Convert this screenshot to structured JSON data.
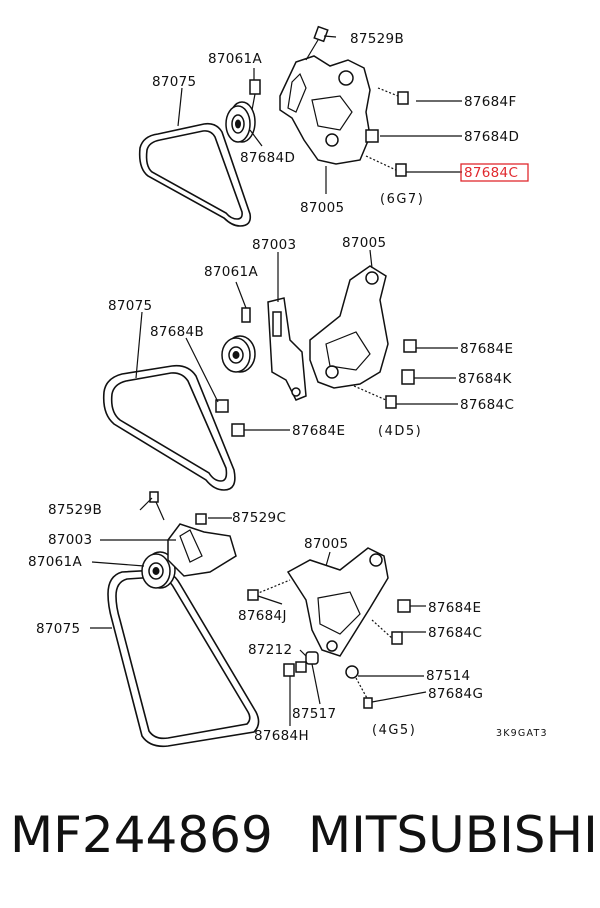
{
  "diagram": {
    "highlight_color": "#e0282e",
    "groups": [
      {
        "variant": "(6G7)",
        "labels": [
          "87529B",
          "87061A",
          "87075",
          "87684F",
          "87684D",
          "87684D",
          "87684C",
          "87005"
        ]
      },
      {
        "variant": "(4D5)",
        "labels": [
          "87003",
          "87005",
          "87061A",
          "87075",
          "87684B",
          "87684E",
          "87684K",
          "87684C",
          "87684E"
        ]
      },
      {
        "variant": "(4G5)",
        "labels": [
          "87529B",
          "87529C",
          "87003",
          "87005",
          "87061A",
          "87684E",
          "87684J",
          "87684C",
          "87075",
          "87212",
          "87514",
          "87684G",
          "87517",
          "87684H"
        ]
      }
    ],
    "drawing_code": "3K9GAT3"
  },
  "footer": {
    "part_number": "MF244869",
    "brand": "MITSUBISHI"
  }
}
